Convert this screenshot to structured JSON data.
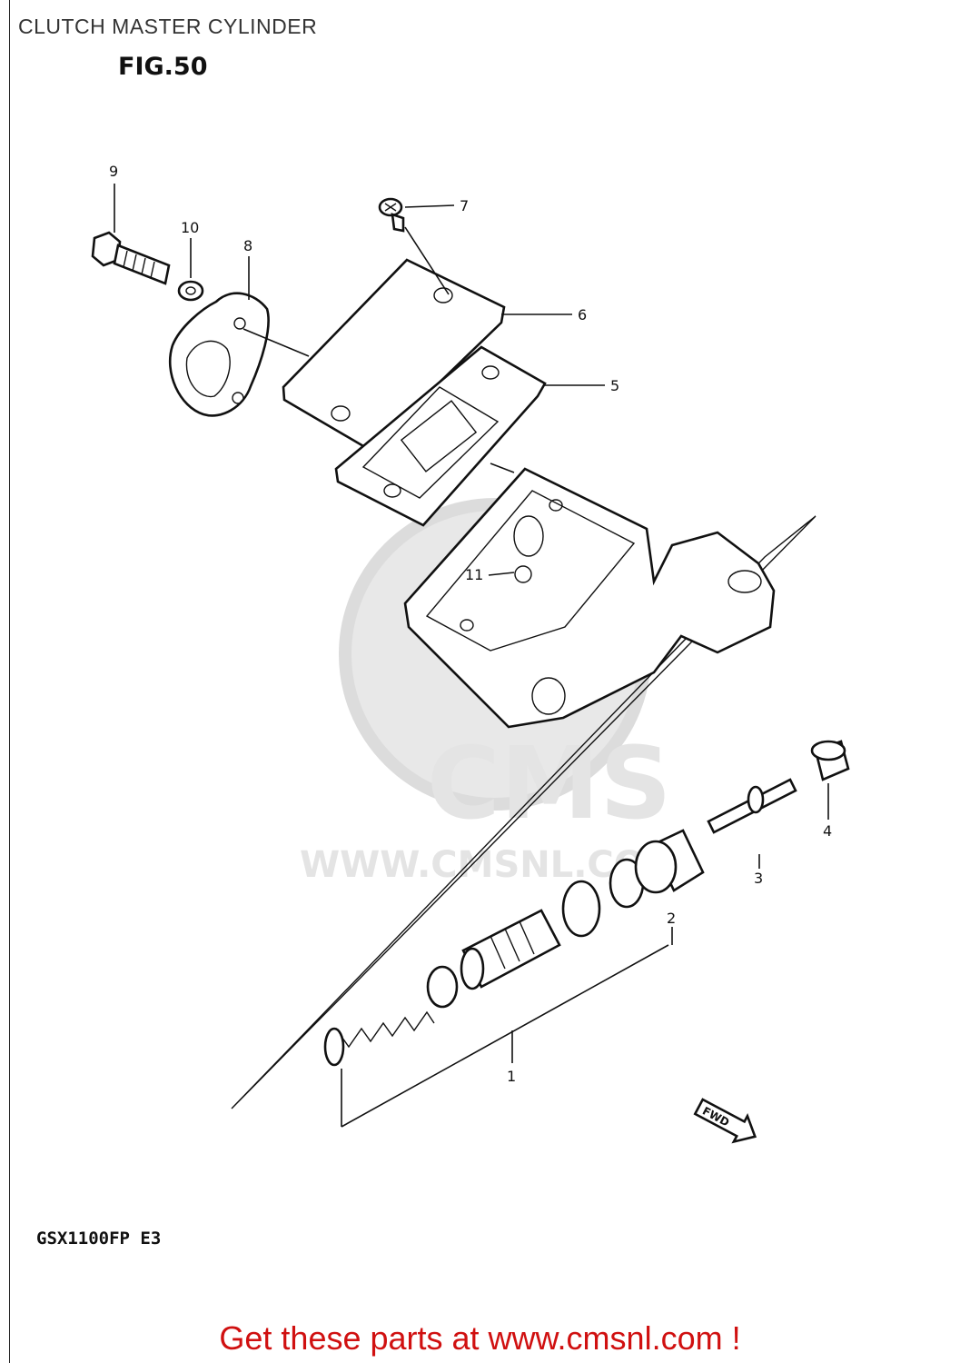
{
  "header": {
    "title": "CLUTCH MASTER CYLINDER",
    "figure": "FIG.50"
  },
  "diagram": {
    "callouts": [
      {
        "id": "1",
        "label": "1"
      },
      {
        "id": "2",
        "label": "2"
      },
      {
        "id": "3",
        "label": "3"
      },
      {
        "id": "4",
        "label": "4"
      },
      {
        "id": "5",
        "label": "5"
      },
      {
        "id": "6",
        "label": "6"
      },
      {
        "id": "7",
        "label": "7"
      },
      {
        "id": "8",
        "label": "8"
      },
      {
        "id": "9",
        "label": "9"
      },
      {
        "id": "10",
        "label": "10"
      },
      {
        "id": "11",
        "label": "11"
      }
    ],
    "direction_marker": "FWD",
    "watermark": {
      "logo": "CMS",
      "url": "WWW.CMSNL.COM"
    }
  },
  "footer": {
    "model": "GSX1100FP  E3",
    "cta": "Get these parts at www.cmsnl.com !"
  },
  "colors": {
    "cta": "#d01010",
    "line": "#111111",
    "watermark": "#e4e4e4"
  }
}
